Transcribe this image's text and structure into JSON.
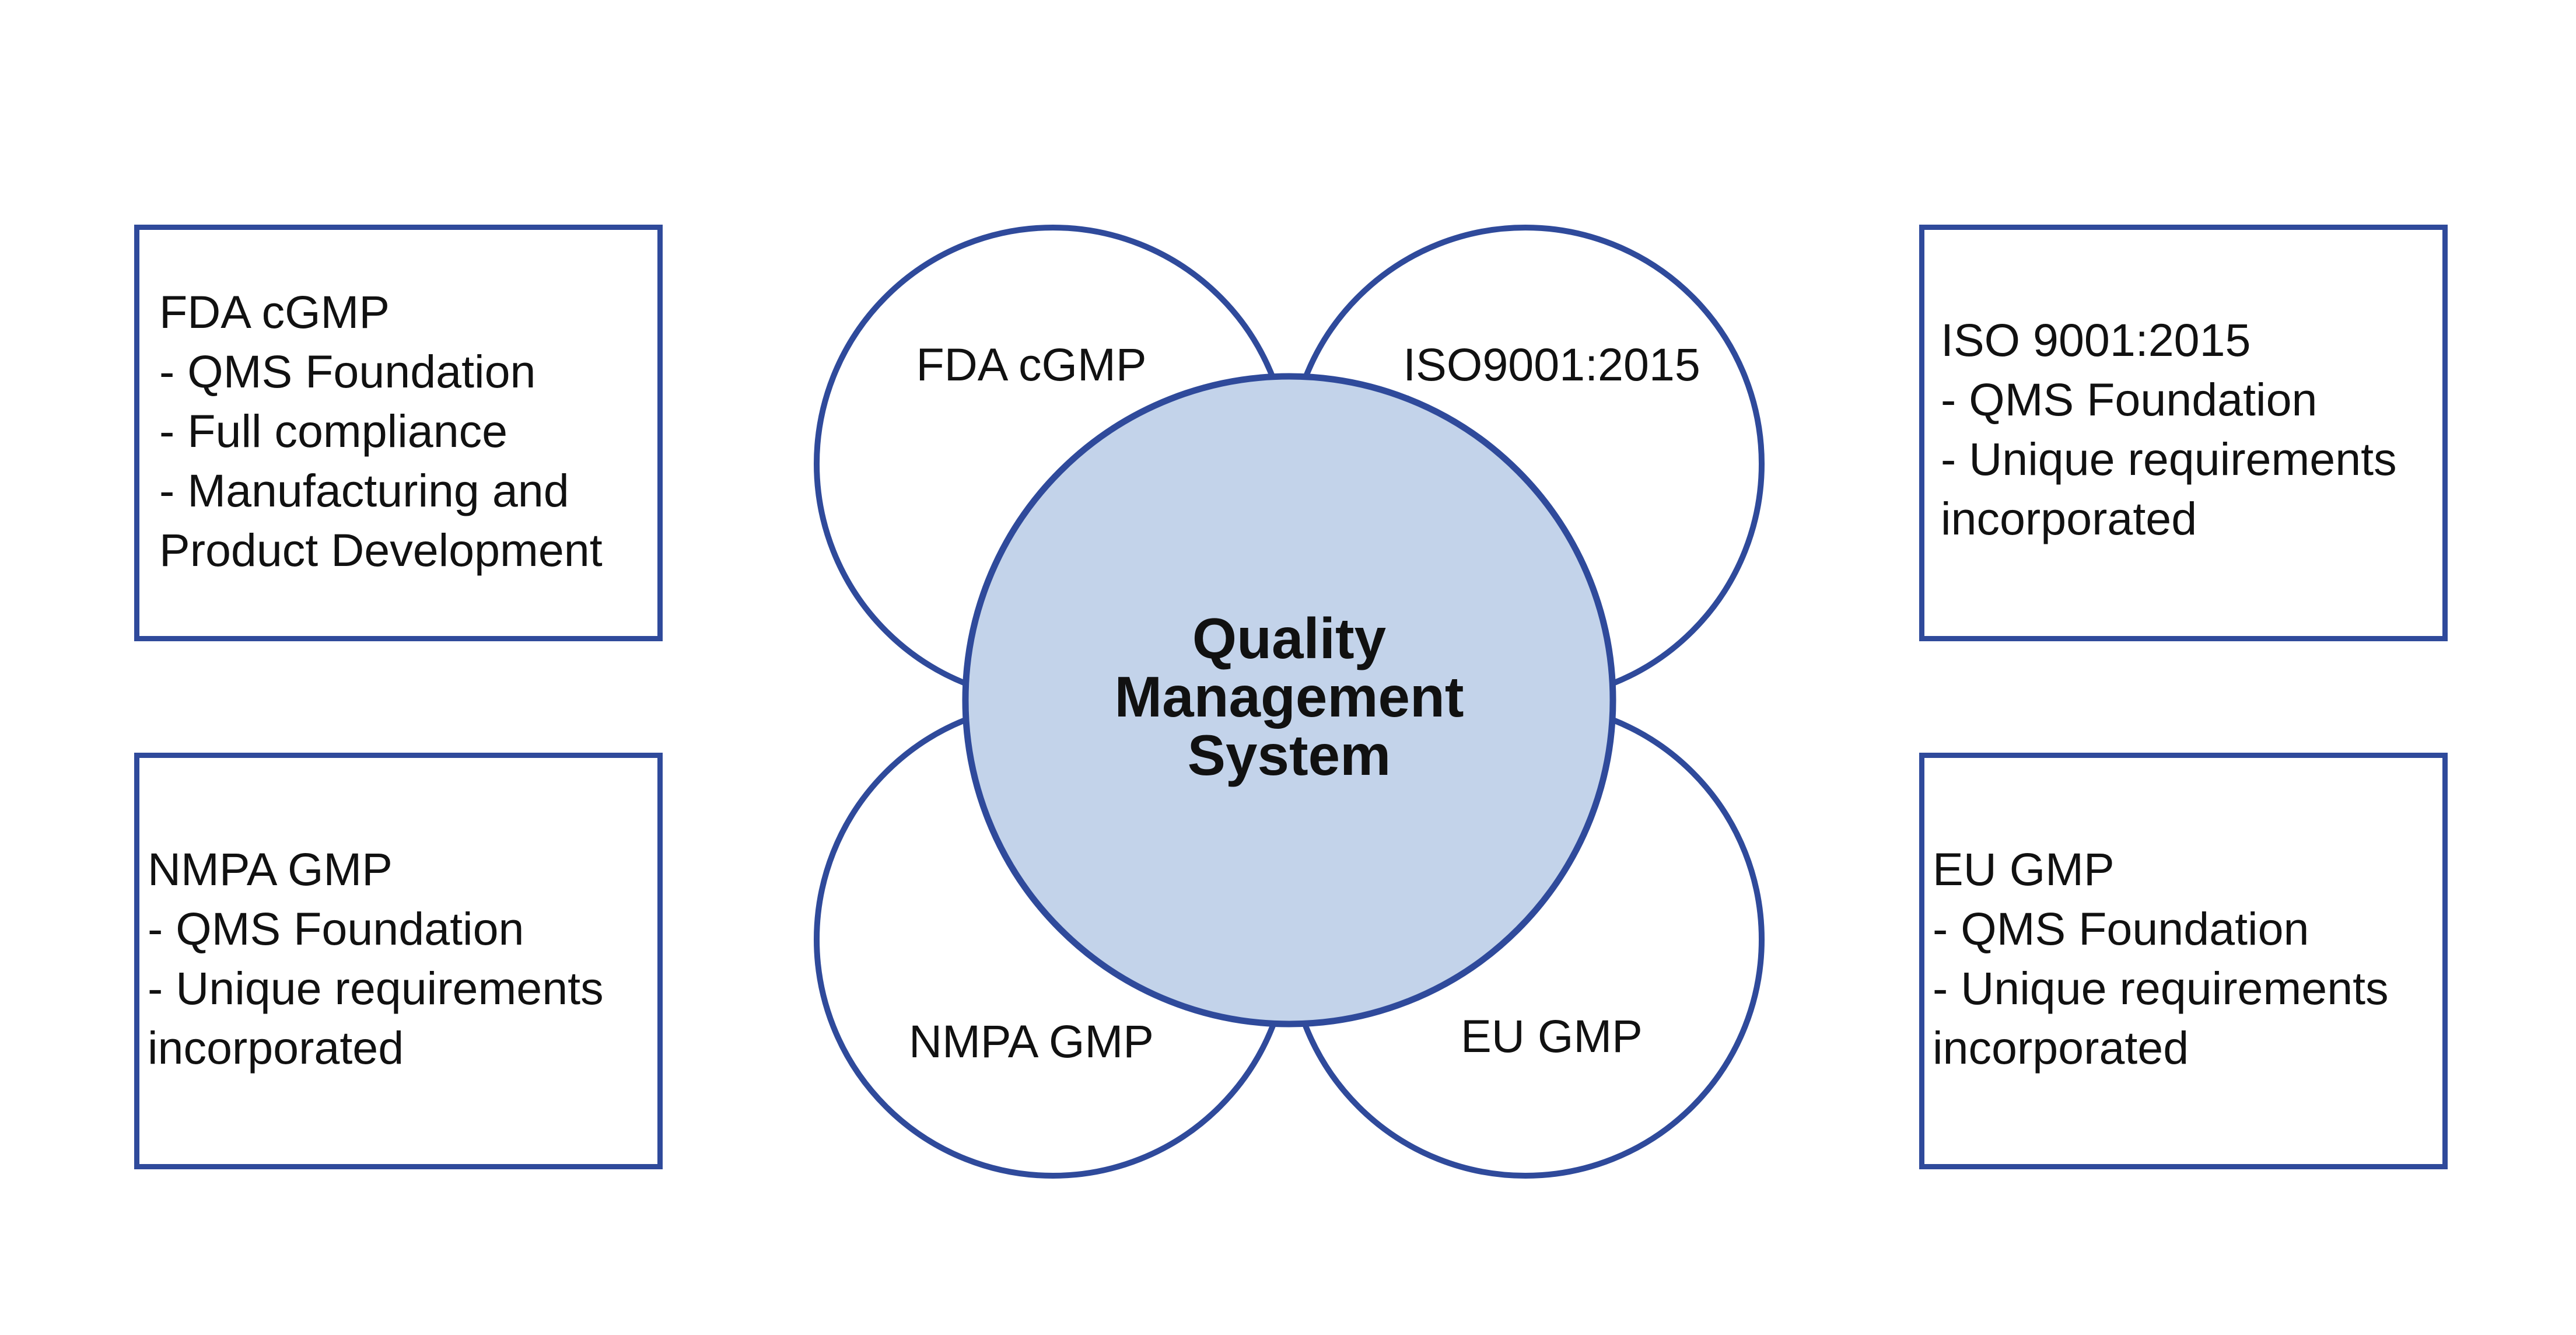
{
  "colors": {
    "border": "#2f4a9b",
    "center_fill": "#c3d3ea",
    "petal_fill": "#ffffff",
    "text": "#111111"
  },
  "center": {
    "lines": [
      "Quality",
      "Management",
      "System"
    ]
  },
  "petals": {
    "top_left": "FDA cGMP",
    "top_right": "ISO9001:2015",
    "bottom_left": "NMPA GMP",
    "bottom_right": "EU GMP"
  },
  "boxes": {
    "fda": "FDA cGMP\n- QMS Foundation\n- Full compliance\n- Manufacturing and\nProduct Development",
    "iso": "ISO 9001:2015\n- QMS Foundation\n- Unique requirements\nincorporated",
    "nmpa": "NMPA GMP\n- QMS Foundation\n- Unique requirements\nincorporated",
    "eu": "EU GMP\n- QMS Foundation\n- Unique requirements\nincorporated"
  }
}
